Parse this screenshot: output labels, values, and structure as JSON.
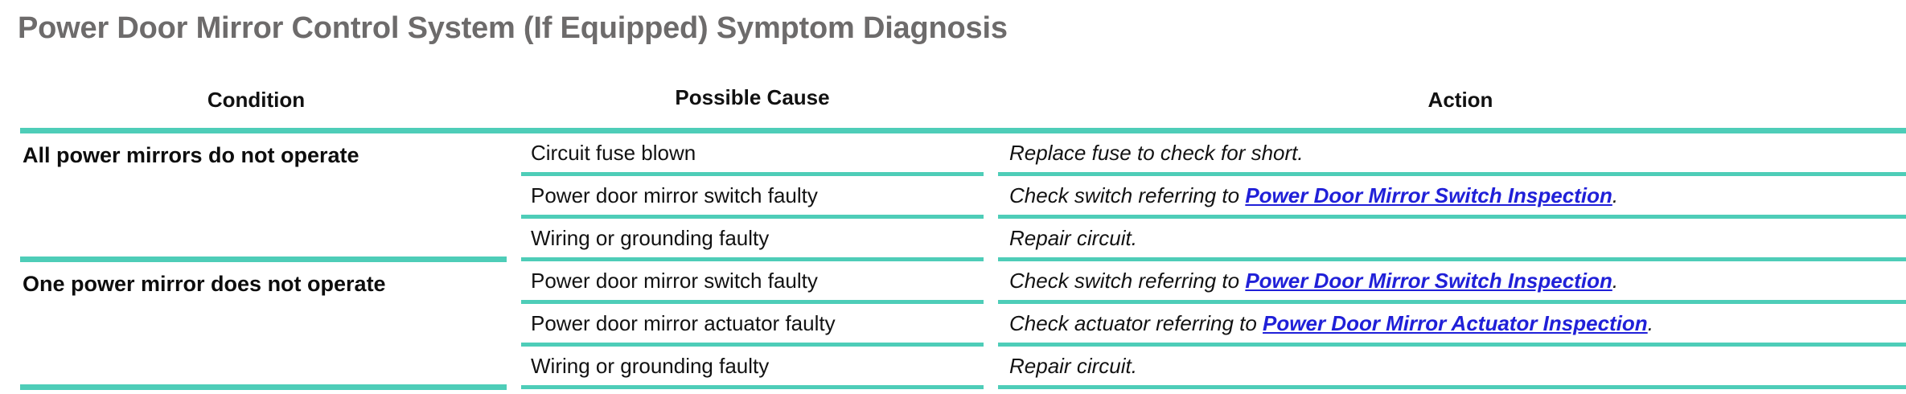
{
  "document": {
    "title": "Power Door Mirror Control System (If Equipped) Symptom Diagnosis"
  },
  "accent_color": "#4ecdb8",
  "link_color": "#2020d8",
  "title_color": "#6d6b6b",
  "table": {
    "headers": {
      "condition": "Condition",
      "possible_cause": "Possible Cause",
      "action": "Action"
    },
    "groups": [
      {
        "condition": "All power mirrors do not operate",
        "rows": [
          {
            "cause": "Circuit fuse blown",
            "action_prefix": "Replace fuse to check for short.",
            "action_link": "",
            "action_suffix": ""
          },
          {
            "cause": "Power door mirror switch faulty",
            "action_prefix": "Check switch referring to ",
            "action_link": "Power Door Mirror Switch Inspection",
            "action_suffix": "."
          },
          {
            "cause": "Wiring or grounding faulty",
            "action_prefix": "Repair circuit.",
            "action_link": "",
            "action_suffix": ""
          }
        ]
      },
      {
        "condition": "One power mirror does not operate",
        "rows": [
          {
            "cause": "Power door mirror switch faulty",
            "action_prefix": "Check switch referring to ",
            "action_link": "Power Door Mirror Switch Inspection",
            "action_suffix": "."
          },
          {
            "cause": "Power door mirror actuator faulty",
            "action_prefix": "Check actuator referring to ",
            "action_link": "Power Door Mirror Actuator Inspection",
            "action_suffix": "."
          },
          {
            "cause": "Wiring or grounding faulty",
            "action_prefix": "Repair circuit.",
            "action_link": "",
            "action_suffix": ""
          }
        ]
      }
    ]
  }
}
